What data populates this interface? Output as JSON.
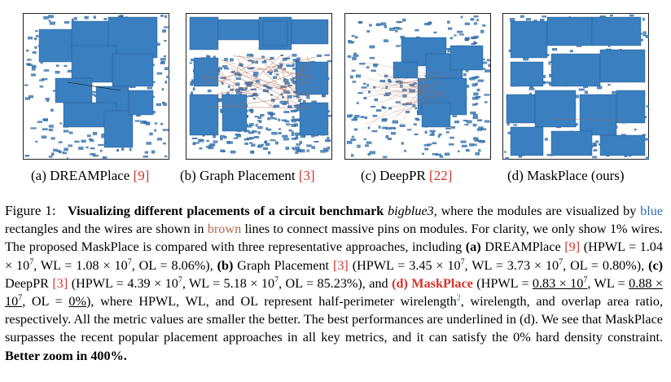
{
  "colors": {
    "module_blue": "#3a7fc0",
    "wire_brown": "#b4654a",
    "ref_red": "#d2342b"
  },
  "panels": [
    {
      "label": "(a) DREAMPlace ",
      "ref": "[9]"
    },
    {
      "label": "(b) Graph Placement ",
      "ref": "[3]"
    },
    {
      "label": "(c) DeepPR ",
      "ref": "[22]"
    },
    {
      "label": "(d) MaskPlace (ours)",
      "ref": ""
    }
  ],
  "caption": {
    "fig_label": "Figure 1:",
    "bold_title": "Visualizing different placements of a circuit benchmark",
    "benchmark": "bigblue3",
    "t1": ", where the modules are visualized by ",
    "blue_word": "blue",
    "t2": " rectangles and the wires are shown in ",
    "brown_word": "brown",
    "t3": " lines to connect massive pins on modules. For clarity, we only show 1% wires. The proposed MaskPlace is compared with three representative approaches, including ",
    "a_tag": "(a)",
    "a_name": " DREAMPlace ",
    "a_ref": "[9]",
    "a_metrics": " (HPWL = 1.04 × 10",
    "a_wl": ", WL = 1.08 × 10",
    "a_ol": ", OL = 8.06%), ",
    "b_tag": "(b)",
    "b_name": " Graph Placement ",
    "b_ref": "[3]",
    "b_metrics": " (HPWL = 3.45 × 10",
    "b_wl": ", WL = 3.73 × 10",
    "b_ol": ", OL = 0.80%), ",
    "c_tag": "(c)",
    "c_name": " DeepPR ",
    "c_ref": "[3]",
    "c_metrics": " (HPWL = 4.39 × 10",
    "c_wl": ", WL = 5.18 × 10",
    "c_ol": ", OL = 85.23%), and ",
    "d_tag": "(d) MaskPlace",
    "d_open": " (HPWL = ",
    "d_hpwl": "0.83 × 10",
    "d_wl_pre": ", WL = ",
    "d_wl": "0.88 × 10",
    "d_ol_pre": ", OL = ",
    "d_ol": "0%",
    "d_close": "),",
    "exp": "7",
    "t4": " where HPWL, WL, and OL represent half-perimeter wirelength",
    "footnote": "2",
    "t5": ", wirelength, and overlap area ratio, respectively. All the metric values are smaller the better. The best performances are underlined in (d). We see that MaskPlace surpasses the recent popular placement approaches in all key metrics, and it can satisfy the 0% hard density constraint. ",
    "zoom": "Better zoom in 400%."
  }
}
